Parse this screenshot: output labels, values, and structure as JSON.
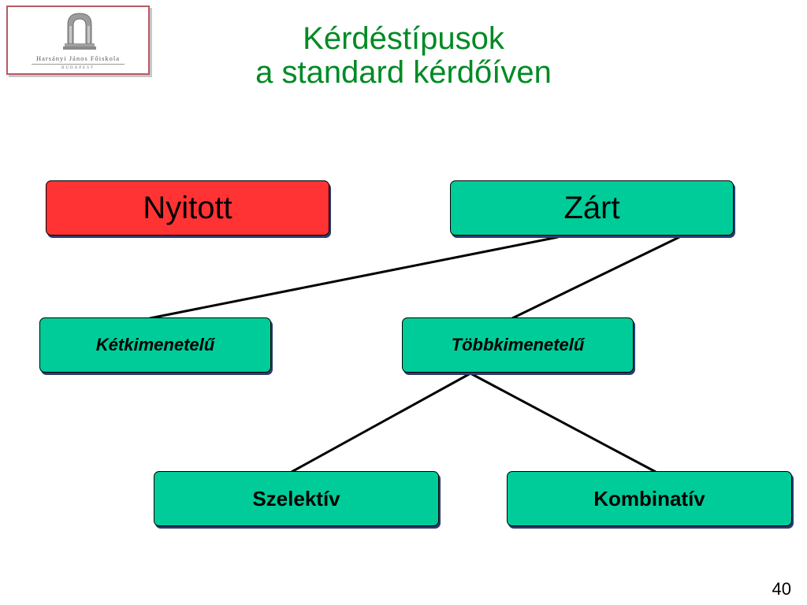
{
  "logo": {
    "name": "Harsányi János Főiskola",
    "city": "BUDAPEST"
  },
  "title": {
    "line1": "Kérdéstípusok",
    "line2": "a standard kérdőíven"
  },
  "nodes": {
    "nyitott": "Nyitott",
    "zart": "Zárt",
    "ketkimenetelu": "Kétkimenetelű",
    "tobbkimenetelu": "Többkimenetelű",
    "szelektiv": "Szelektív",
    "kombinativ": "Kombinatív"
  },
  "edges": [
    [
      "zart",
      "ketkimenetelu"
    ],
    [
      "zart",
      "tobbkimenetelu"
    ],
    [
      "tobbkimenetelu",
      "szelektiv"
    ],
    [
      "tobbkimenetelu",
      "kombinativ"
    ]
  ],
  "colors": {
    "title": "#008a24",
    "open_box": "#ff3333",
    "closed_box": "#00cc99",
    "shadow": "#2a3b6e"
  },
  "page_number": "40"
}
